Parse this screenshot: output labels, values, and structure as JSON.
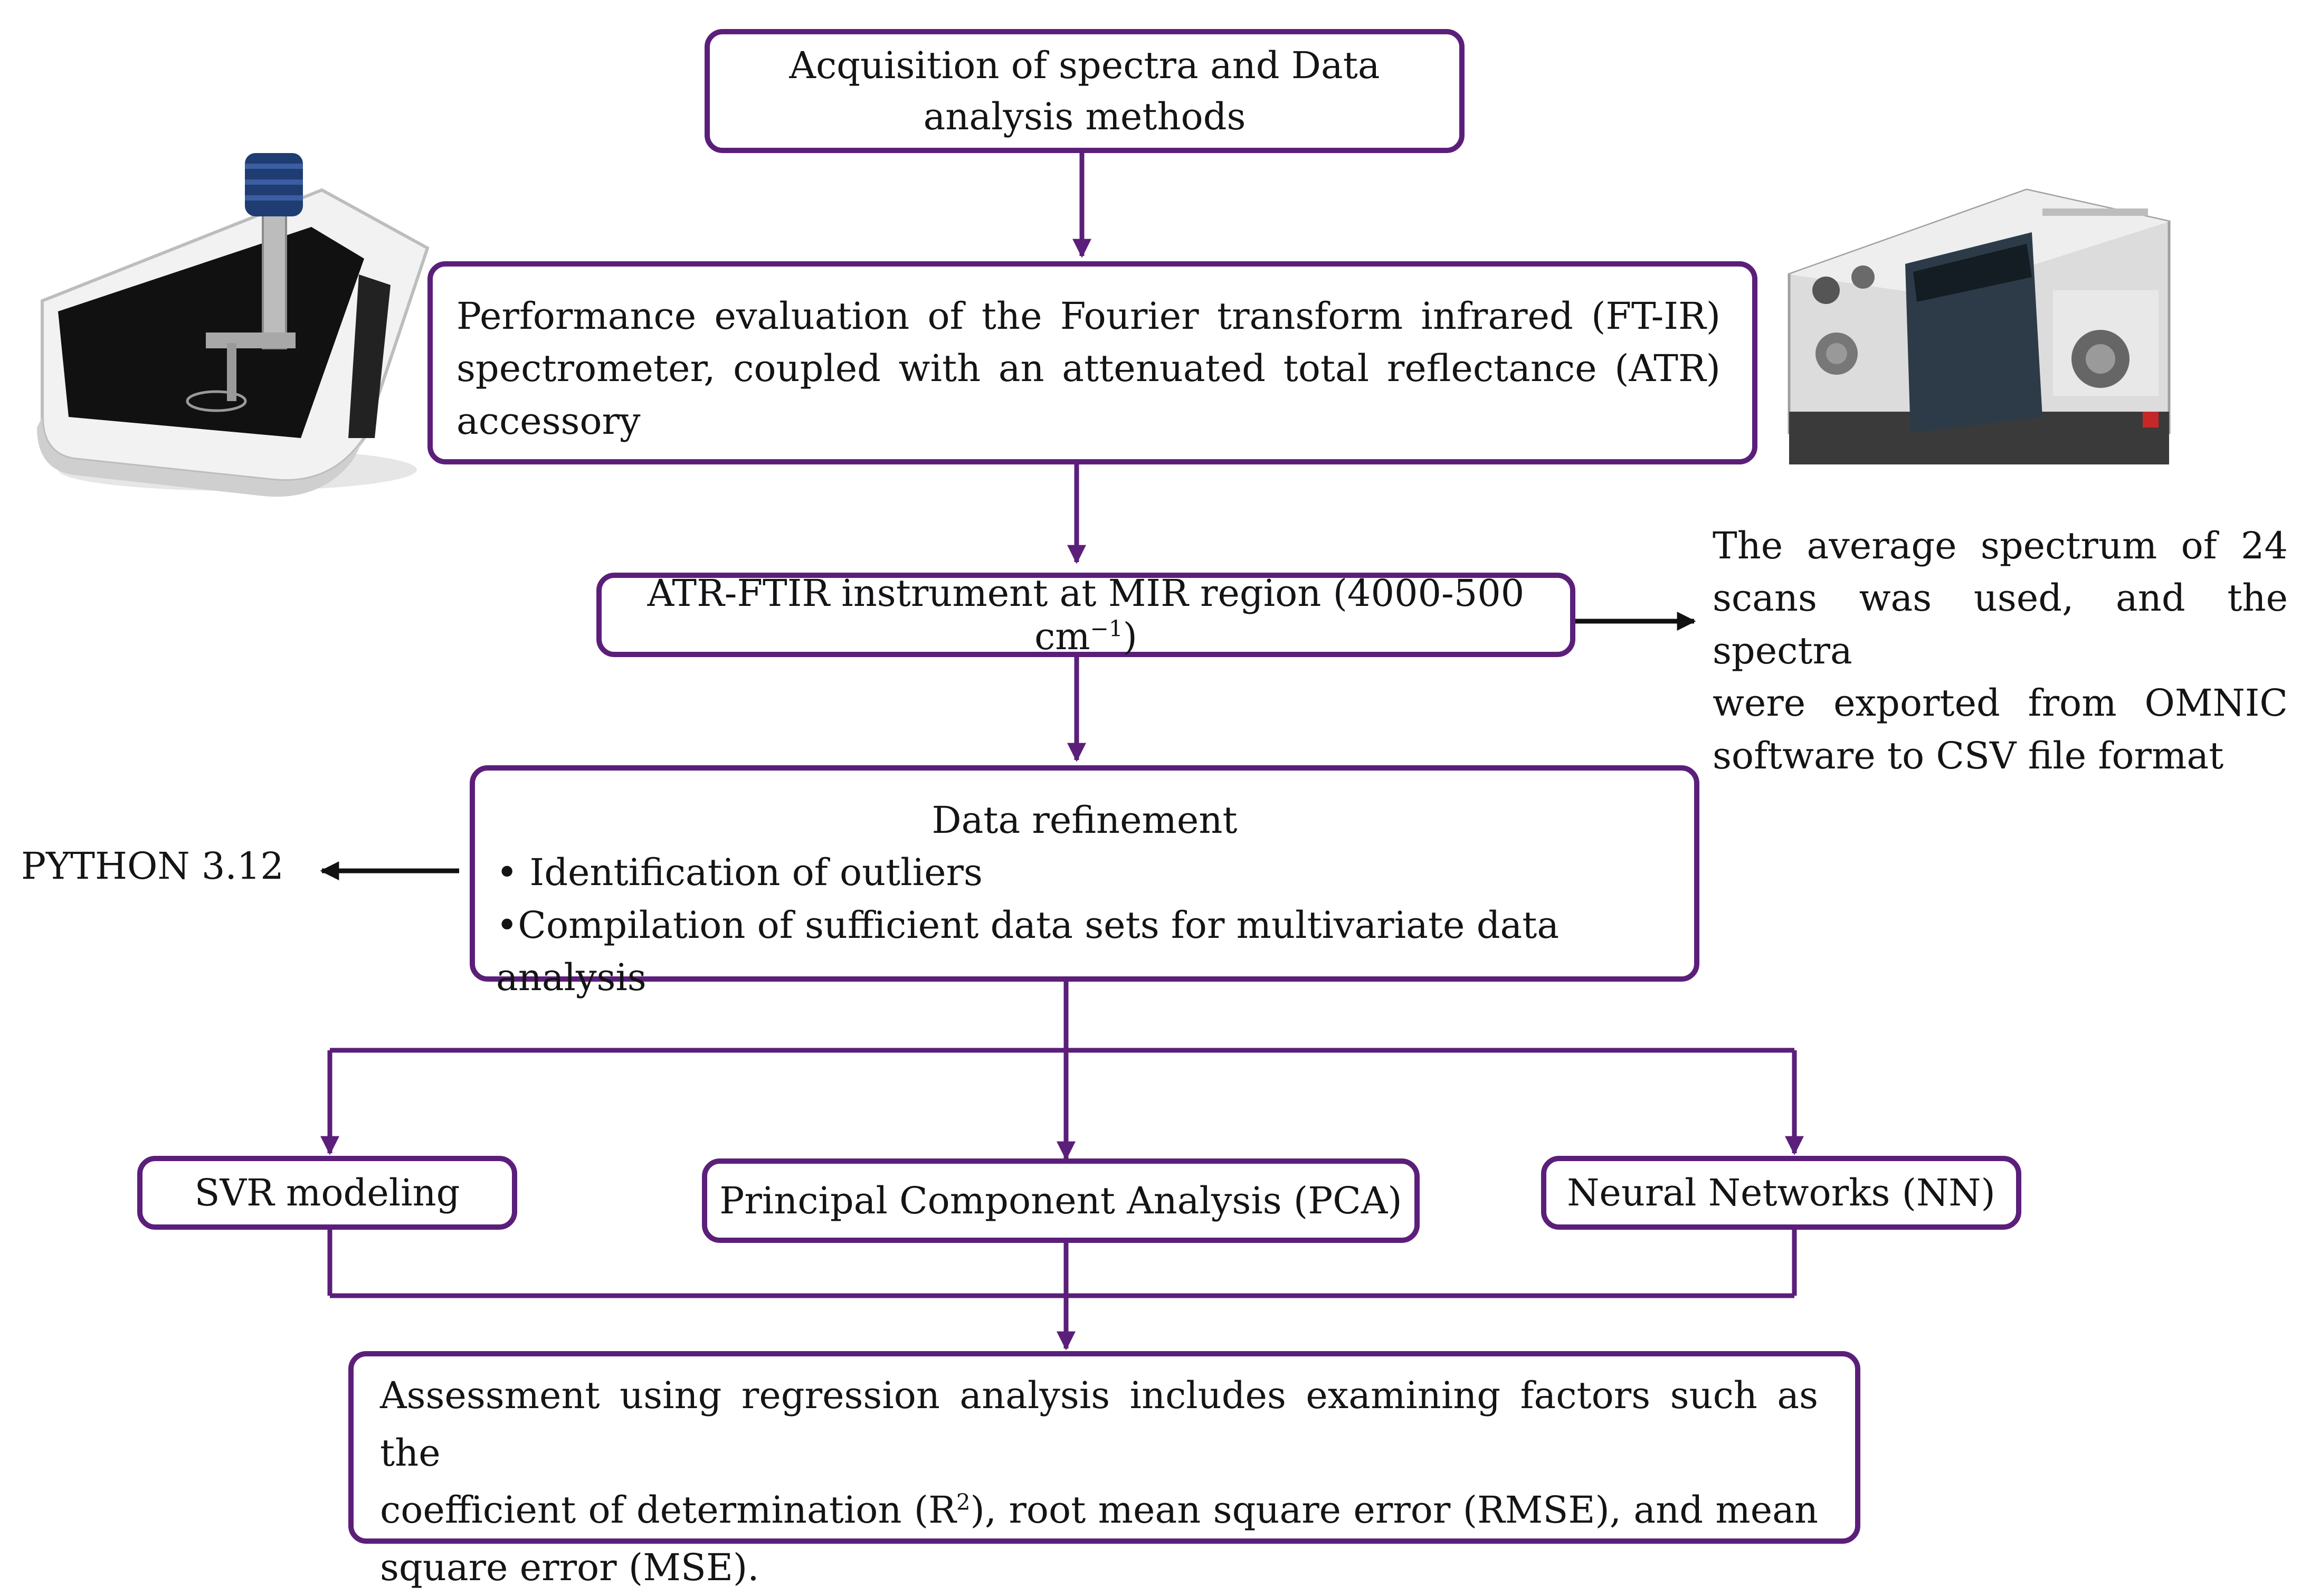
{
  "flow": {
    "acquisition": {
      "line1": "Acquisition of spectra and Data",
      "line2": "analysis methods"
    },
    "evaluation": {
      "line1": "Performance evaluation of the Fourier transform infrared (FT-IR)",
      "line2": "spectrometer, coupled with an attenuated total reflectance (ATR)",
      "line3": "accessory"
    },
    "instrument": {
      "text": "ATR-FTIR instrument at MIR region (4000-500 cm",
      "sup": "−1",
      "close": ")"
    },
    "instrument_note": {
      "line1": "The average spectrum of 24",
      "line2": "scans was used, and the spectra",
      "line3": "were exported from OMNIC",
      "line4": "software to CSV file format"
    },
    "refinement": {
      "title": "Data refinement",
      "bullet1": "• Identification of outliers",
      "bullet2": "•Compilation of sufficient data sets for multivariate data analysis"
    },
    "python_label": "PYTHON 3.12",
    "svr": "SVR modeling",
    "pca": "Principal Component Analysis (PCA)",
    "nn": "Neural Networks (NN)",
    "assessment": {
      "line1": "Assessment using regression analysis includes examining factors such as the",
      "line2a": "coefficient of determination (R",
      "line2sup": "2",
      "line2b": "), root mean square error (RMSE), and mean",
      "line3": "square error (MSE)."
    }
  },
  "colors": {
    "border": "#5b1f7a",
    "arrow": "#5b1f7a",
    "side_arrow": "#111111",
    "text": "#141414"
  },
  "icons": {
    "left_device": "atr-accessory-icon",
    "right_device": "ftir-spectrometer-icon"
  }
}
